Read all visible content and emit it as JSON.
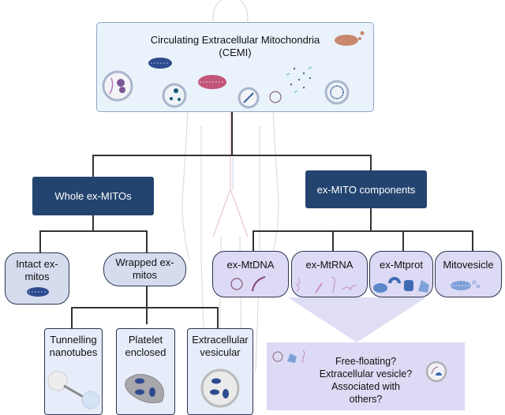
{
  "title": {
    "line1": "Circulating Extracellular Mitochondria",
    "line2": "(CEMI)"
  },
  "colors": {
    "dark_box": "#23446f",
    "pill": "#d5dcee",
    "component": "#dcdaf4",
    "top_box": "#eaf2fb",
    "line": "#333333"
  },
  "branches": {
    "whole": {
      "label": "Whole ex-MITOs",
      "children": [
        {
          "label_l1": "Intact ex-",
          "label_l2": "mitos",
          "icon": "mitochondrion-icon"
        },
        {
          "label_l1": "Wrapped ex-",
          "label_l2": "mitos"
        }
      ],
      "wrapped_children": [
        {
          "label_l1": "Tunnelling",
          "label_l2": "nanotubes",
          "icon": "nanotube-icon"
        },
        {
          "label_l1": "Platelet",
          "label_l2": "enclosed",
          "icon": "platelet-icon"
        },
        {
          "label_l1": "Extracellular",
          "label_l2": "vesicular",
          "icon": "vesicle-icon"
        }
      ]
    },
    "components": {
      "label": "ex-MITO components",
      "children": [
        {
          "label": "ex-MtDNA",
          "icon": "dna-icon"
        },
        {
          "label": "ex-MtRNA",
          "icon": "rna-icon"
        },
        {
          "label": "ex-Mtprot",
          "icon": "protein-icon"
        },
        {
          "label": "Mitovesicle",
          "icon": "mitovesicle-icon"
        }
      ]
    }
  },
  "question": {
    "line1": "Free-floating?",
    "line2": "Extracellular vesicle?",
    "line3": "Associated with others?"
  }
}
